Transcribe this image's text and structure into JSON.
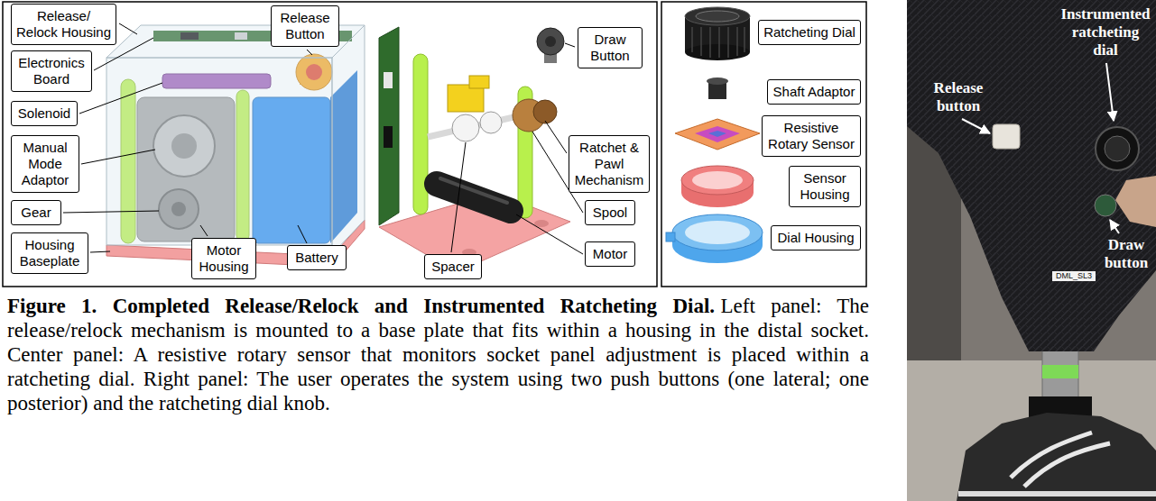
{
  "diagram": {
    "title": "Figure 1. Completed Release/Relock and Instrumented Ratcheting Dial.",
    "caption": "Left panel: The release/relock mechanism is mounted to a base plate that fits within a housing in the distal socket. Center panel: A resistive rotary sensor that monitors socket panel adjustment is placed within a ratcheting dial. Right panel: The user operates the system using two push buttons (one lateral; one posterior) and the ratcheting dial knob.",
    "nodes": [
      {
        "text": [
          "Release/ Relock Housing"
        ]
      },
      {
        "text": [
          "Electronics Board"
        ]
      },
      {
        "text": [
          "Release Button"
        ]
      },
      {
        "text": [
          "Solenoid"
        ]
      },
      {
        "text": [
          "Manual Mode Adaptor"
        ]
      },
      {
        "text": [
          "Gear"
        ]
      },
      {
        "text": [
          "Housing Baseplate"
        ]
      },
      {
        "text": [
          "Motor Housing"
        ]
      },
      {
        "text": [
          "Battery"
        ]
      },
      {
        "text": [
          "Draw Button"
        ]
      },
      {
        "text": [
          "Ratchet & Pawl Mechanism"
        ]
      },
      {
        "text": [
          "Spool"
        ]
      },
      {
        "text": [
          "Spacer"
        ]
      },
      {
        "text": [
          "Motor"
        ]
      },
      {
        "text": [
          "Ratcheting Dial"
        ]
      },
      {
        "text": [
          "Shaft Adaptor"
        ]
      },
      {
        "text": [
          "Resistive Rotary Sensor"
        ]
      },
      {
        "text": [
          "Sensor Housing"
        ]
      },
      {
        "text": [
          "Dial Housing"
        ]
      }
    ],
    "labels": [
      "Release button",
      "Instrumented ratcheting dial",
      "Draw button",
      "DML_SL3"
    ]
  }
}
